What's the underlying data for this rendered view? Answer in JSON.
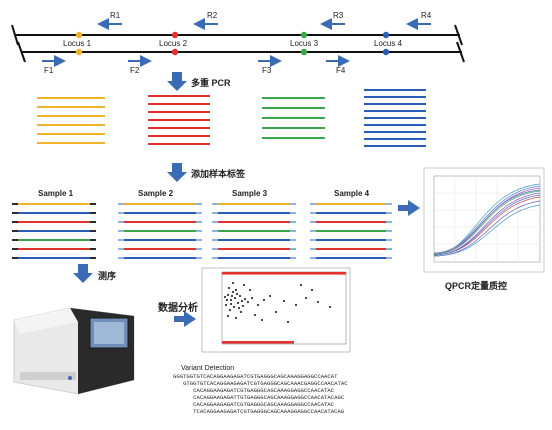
{
  "primers": {
    "reverse": [
      "R1",
      "R2",
      "R3",
      "R4"
    ],
    "forward": [
      "F1",
      "F2",
      "F3",
      "F4"
    ]
  },
  "loci": [
    "Locus 1",
    "Locus 2",
    "Locus 3",
    "Locus 4"
  ],
  "steps": {
    "multiplex_pcr": "多重 PCR",
    "add_sample_tag": "添加样本标签",
    "sequencing": "测序",
    "data_analysis": "数据分析",
    "qpcr_qc": "QPCR定量质控"
  },
  "samples": [
    "Sample 1",
    "Sample 2",
    "Sample 3",
    "Sample 4"
  ],
  "variant": {
    "title": "Variant Detection",
    "lines": [
      "GGGTGGTGTCACAGGAAGAGATCGTGAGGGCAGCAAAGGAGGCCAACAT",
      "   GTGGTGTCACAGGAAGAGATCGTGAGGGCAGCAAACGAGGCCAACATAC",
      "      CACAGGAAGAGATCGTGAGGGCAGCAAAGGAGGCCAACATAC",
      "      CACAGGAAGAGATTGTGAGGGCAGCAAAGGAGGCCAACATACAGC",
      "      CACAGGAAGAGATCGTGAGGGCAGCAAAGGAGGCCAACATAC",
      "      TCACAGGAAGAGATCGTGAGGGCAGCAAAGGAGGCCAACATACAG"
    ]
  },
  "colors": {
    "locus1": "#f2b32a",
    "locus2": "#e2322f",
    "locus3": "#3aa64a",
    "locus4": "#2a5db8",
    "arrow": "#3b6bb5",
    "tag_dark": "#2b2b2b",
    "tag_light": "#8fb3dd"
  }
}
